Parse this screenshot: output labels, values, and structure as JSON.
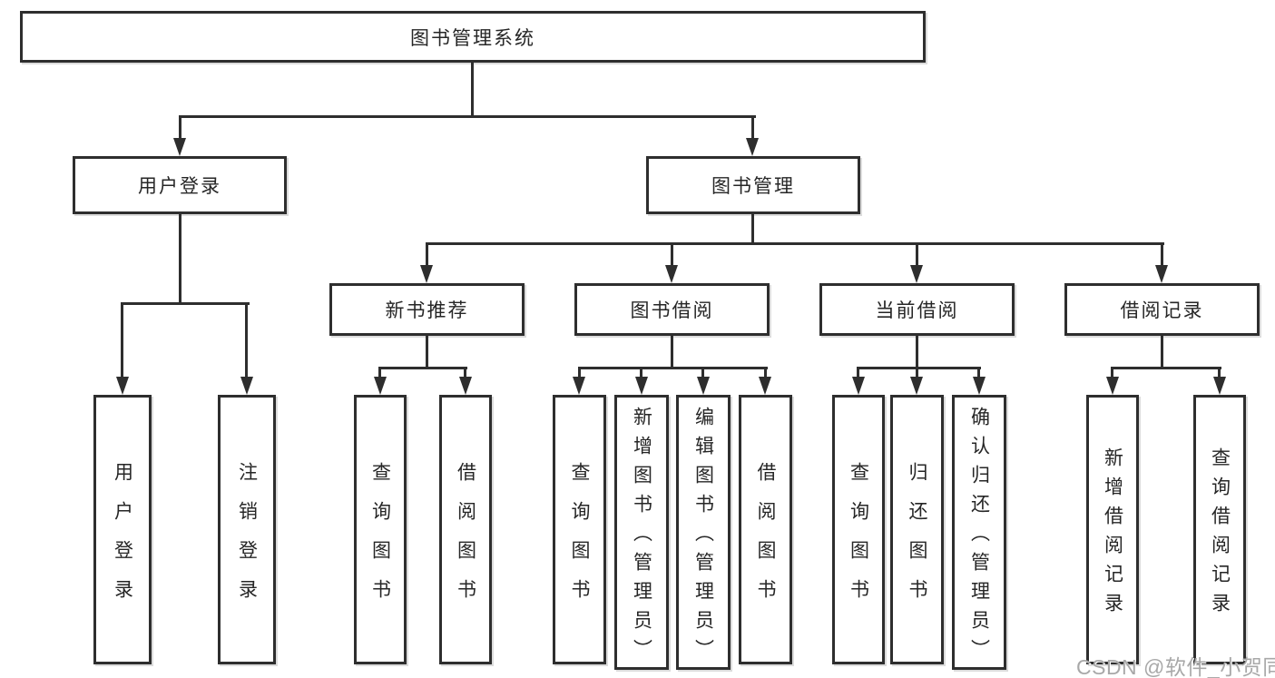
{
  "diagram": {
    "root": {
      "label": "图书管理系统"
    },
    "level2": [
      {
        "id": "user_login",
        "label": "用户登录"
      },
      {
        "id": "book_mgmt",
        "label": "图书管理"
      }
    ],
    "level3": [
      {
        "id": "new_book_rec",
        "label": "新书推荐"
      },
      {
        "id": "book_borrow",
        "label": "图书借阅"
      },
      {
        "id": "current_borrow",
        "label": "当前借阅"
      },
      {
        "id": "borrow_record",
        "label": "借阅记录"
      }
    ],
    "leaves": {
      "user_login": "用户登录",
      "logout": "注销登录",
      "rec_query": "查询图书",
      "rec_borrow": "借阅图书",
      "bor_query": "查询图书",
      "bor_add": "新增图书（管理员）",
      "bor_edit": "编辑图书（管理员）",
      "bor_borrow": "借阅图书",
      "cur_query": "查询图书",
      "cur_return": "归还图书",
      "cur_confirm": "确认归还（管理员）",
      "log_add": "新增借阅记录",
      "log_query": "查询借阅记录"
    },
    "hierarchy": {
      "图书管理系统": {
        "用户登录": [
          "用户登录",
          "注销登录"
        ],
        "图书管理": {
          "新书推荐": [
            "查询图书",
            "借阅图书"
          ],
          "图书借阅": [
            "查询图书",
            "新增图书（管理员）",
            "编辑图书（管理员）",
            "借阅图书"
          ],
          "当前借阅": [
            "查询图书",
            "归还图书",
            "确认归还（管理员）"
          ],
          "借阅记录": [
            "新增借阅记录",
            "查询借阅记录"
          ]
        }
      }
    },
    "colors": {
      "line": "#2e2e2e",
      "text": "#262626",
      "background": "#ffffff",
      "watermark": "#a8a8a8"
    }
  },
  "watermark": {
    "text": "CSDN @软件_小贺同学"
  }
}
